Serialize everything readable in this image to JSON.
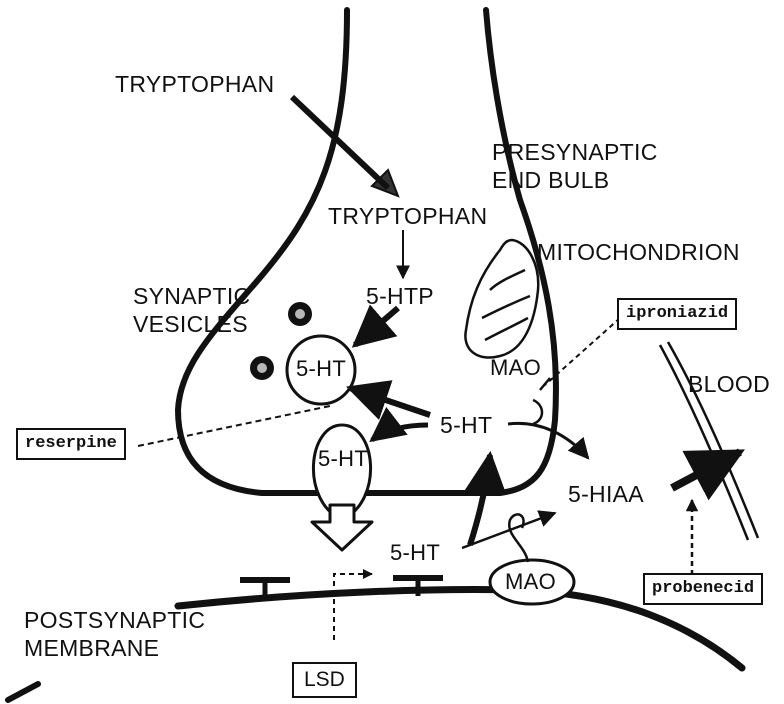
{
  "labels": {
    "tryptophan_top": "TRYPTOPHAN",
    "presynaptic_line1": "PRESYNAPTIC",
    "presynaptic_line2": "END BULB",
    "tryptophan_inner": "TRYPTOPHAN",
    "mitochondrion": "MITOCHONDRION",
    "synaptic_line1": "SYNAPTIC",
    "synaptic_line2": "VESICLES",
    "htp": "5-HTP",
    "vesicle_5ht": "5-HT",
    "mao_inner": "MAO",
    "blood": "BLOOD",
    "free_5ht": "5-HT",
    "release_5ht": "5-HT",
    "hiaa": "5-HIAA",
    "cleft_5ht": "5-HT",
    "mao_membrane": "MAO",
    "postsynaptic_line1": "POSTSYNAPTIC",
    "postsynaptic_line2": "MEMBRANE"
  },
  "drugs": {
    "iproniazid": "iproniazid",
    "reserpine": "reserpine",
    "probenecid": "probenecid",
    "lsd": "LSD"
  },
  "colors": {
    "ink": "#111111",
    "background": "#ffffff"
  }
}
